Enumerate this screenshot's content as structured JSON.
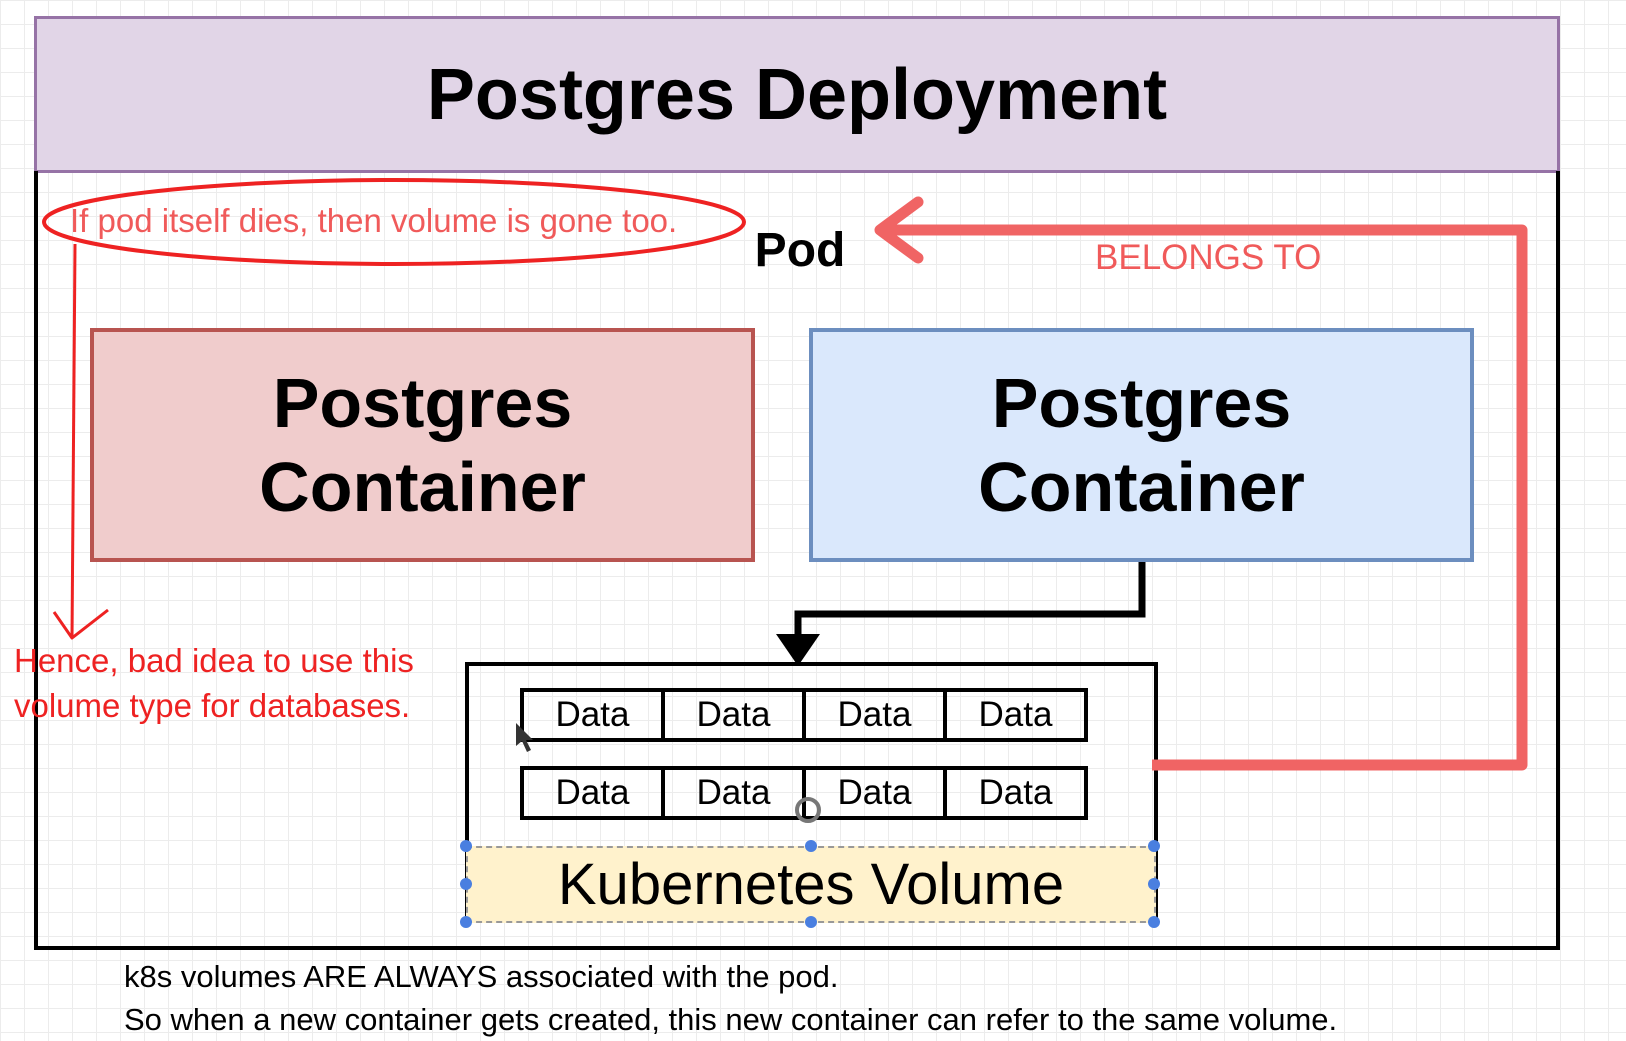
{
  "deployment": {
    "title": "Postgres Deployment"
  },
  "pod": {
    "label": "Pod"
  },
  "containers": [
    {
      "label_line1": "Postgres",
      "label_line2": "Container"
    },
    {
      "label_line1": "Postgres",
      "label_line2": "Container"
    }
  ],
  "volume": {
    "label": "Kubernetes Volume",
    "data_rows": [
      [
        "Data",
        "Data",
        "Data",
        "Data"
      ],
      [
        "Data",
        "Data",
        "Data",
        "Data"
      ]
    ]
  },
  "annotations": {
    "pod_dies": "If pod itself dies, then volume is gone too.",
    "belongs_to": "BELONGS TO",
    "hence_line1": "Hence, bad idea to use this",
    "hence_line2": "volume type for databases."
  },
  "footer": {
    "line1": "k8s volumes ARE ALWAYS associated with the pod.",
    "line2": "So when a new container gets created, this new container can refer to the same volume."
  },
  "colors": {
    "annotation_red": "#f05a5a",
    "deployment_fill": "#e1d5e7",
    "container_red_fill": "#f0cccc",
    "container_blue_fill": "#dae8fc",
    "volume_label_fill": "#fff2cc"
  }
}
